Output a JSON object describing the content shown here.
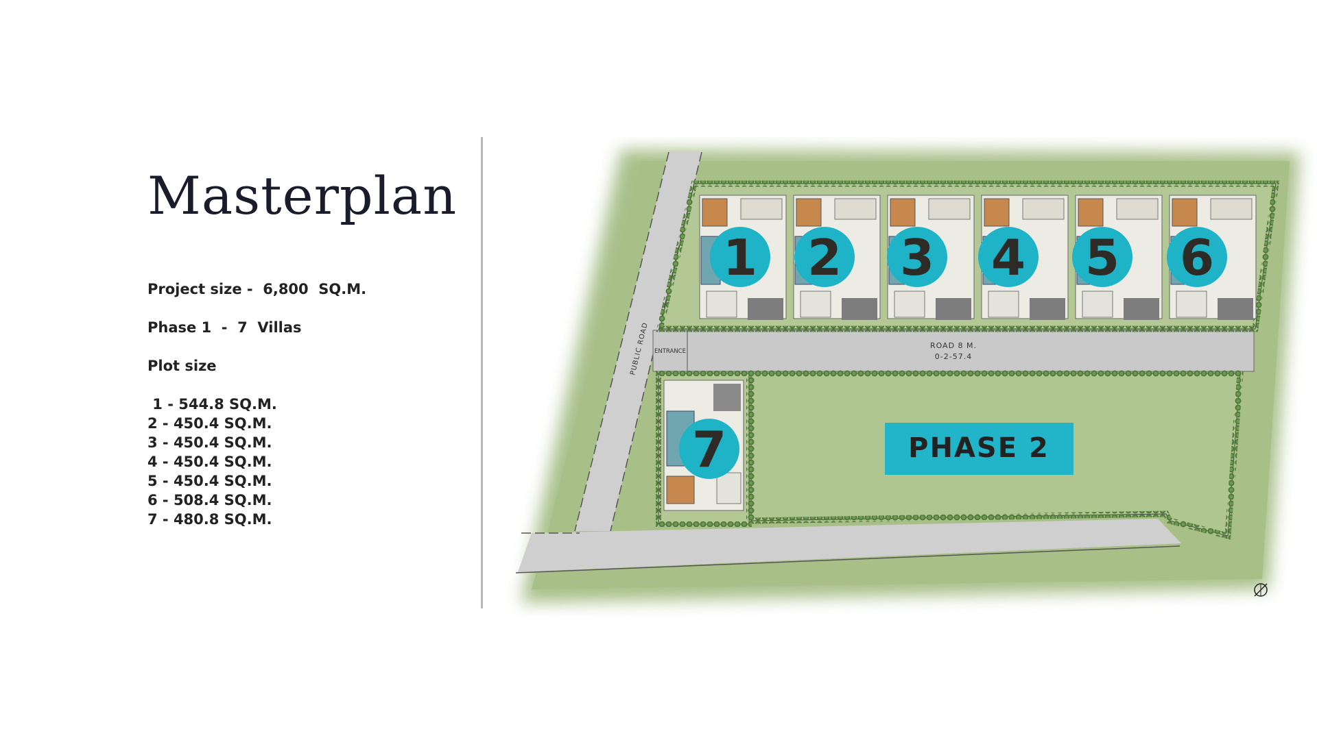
{
  "title": "Masterplan",
  "project_size": "Project size -  6,800  SQ.M.",
  "phase1": "Phase 1  -  7  Villas",
  "plot_size_label": "Plot size",
  "plots": [
    " 1 - 544.8 SQ.M.",
    "2 - 450.4 SQ.M.",
    "3 - 450.4 SQ.M.",
    "4 - 450.4 SQ.M.",
    "5 - 450.4 SQ.M.",
    "6 - 508.4 SQ.M.",
    "7 - 480.8 SQ.M."
  ],
  "map": {
    "villa_numbers": [
      "1",
      "2",
      "3",
      "4",
      "5",
      "6",
      "7"
    ],
    "road_label": "ROAD 8 M.",
    "road_area": "0-2-57.4",
    "entrance_label": "ENTRANCE",
    "public_road_label": "PUBLIC ROAD",
    "phase2_label": "PHASE 2",
    "compass_icon": "north-arrow-icon",
    "colors": {
      "grass": "#a9c08a",
      "road": "#cfcfcf",
      "marker": "#1fb3c7",
      "phase2_badge": "#22b5c9",
      "roof": "#c7884e"
    }
  }
}
